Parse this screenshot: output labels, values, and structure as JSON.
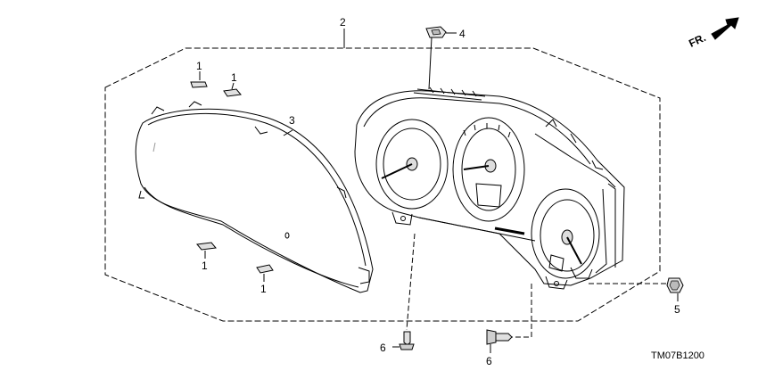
{
  "diagram": {
    "direction_label": "FR.",
    "drawing_code": "TM07B1200",
    "callouts": [
      {
        "id": "c2",
        "text": "2"
      },
      {
        "id": "c4",
        "text": "4"
      },
      {
        "id": "c1a",
        "text": "1"
      },
      {
        "id": "c1b",
        "text": "1"
      },
      {
        "id": "c3",
        "text": "3"
      },
      {
        "id": "c1c",
        "text": "1"
      },
      {
        "id": "c1d",
        "text": "1"
      },
      {
        "id": "c5",
        "text": "5"
      },
      {
        "id": "c6a",
        "text": "6"
      },
      {
        "id": "c6b",
        "text": "6"
      }
    ]
  }
}
